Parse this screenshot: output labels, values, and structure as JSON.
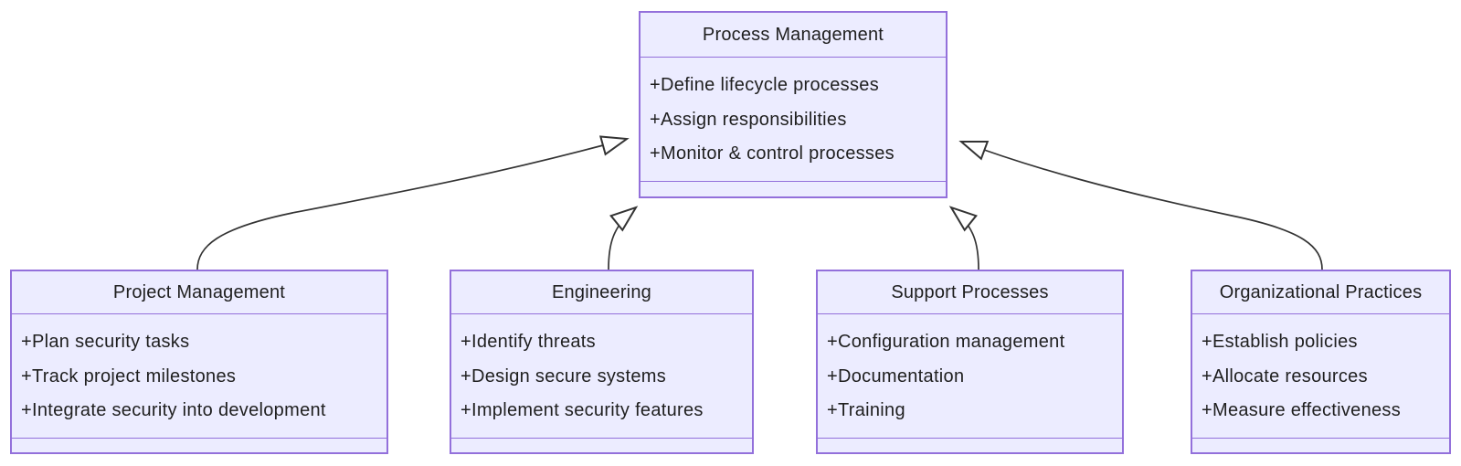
{
  "diagram": {
    "kind": "uml-class-diagram",
    "classes": [
      {
        "id": "process-management",
        "title": "Process Management",
        "methods": [
          "+Define lifecycle processes",
          "+Assign responsibilities",
          "+Monitor & control processes"
        ]
      },
      {
        "id": "project-management",
        "title": "Project Management",
        "methods": [
          "+Plan security tasks",
          "+Track project milestones",
          "+Integrate security into development"
        ]
      },
      {
        "id": "engineering",
        "title": "Engineering",
        "methods": [
          "+Identify threats",
          "+Design secure systems",
          "+Implement security features"
        ]
      },
      {
        "id": "support-processes",
        "title": "Support Processes",
        "methods": [
          "+Configuration management",
          "+Documentation",
          "+Training"
        ]
      },
      {
        "id": "organizational-practices",
        "title": "Organizational Practices",
        "methods": [
          "+Establish policies",
          "+Allocate resources",
          "+Measure effectiveness"
        ]
      }
    ],
    "relationships": [
      {
        "from": "Project Management",
        "to": "Process Management",
        "type": "inheritance",
        "arrowhead": "hollow-triangle"
      },
      {
        "from": "Engineering",
        "to": "Process Management",
        "type": "inheritance",
        "arrowhead": "hollow-triangle"
      },
      {
        "from": "Support Processes",
        "to": "Process Management",
        "type": "inheritance",
        "arrowhead": "hollow-triangle"
      },
      {
        "from": "Organizational Practices",
        "to": "Process Management",
        "type": "inheritance",
        "arrowhead": "hollow-triangle"
      }
    ],
    "colors": {
      "box_fill": "#ECECFF",
      "box_border": "#9370DB",
      "line": "#333333",
      "arrowhead_fill": "#ffffff",
      "text": "#1f1f1f",
      "background": "#ffffff"
    }
  }
}
